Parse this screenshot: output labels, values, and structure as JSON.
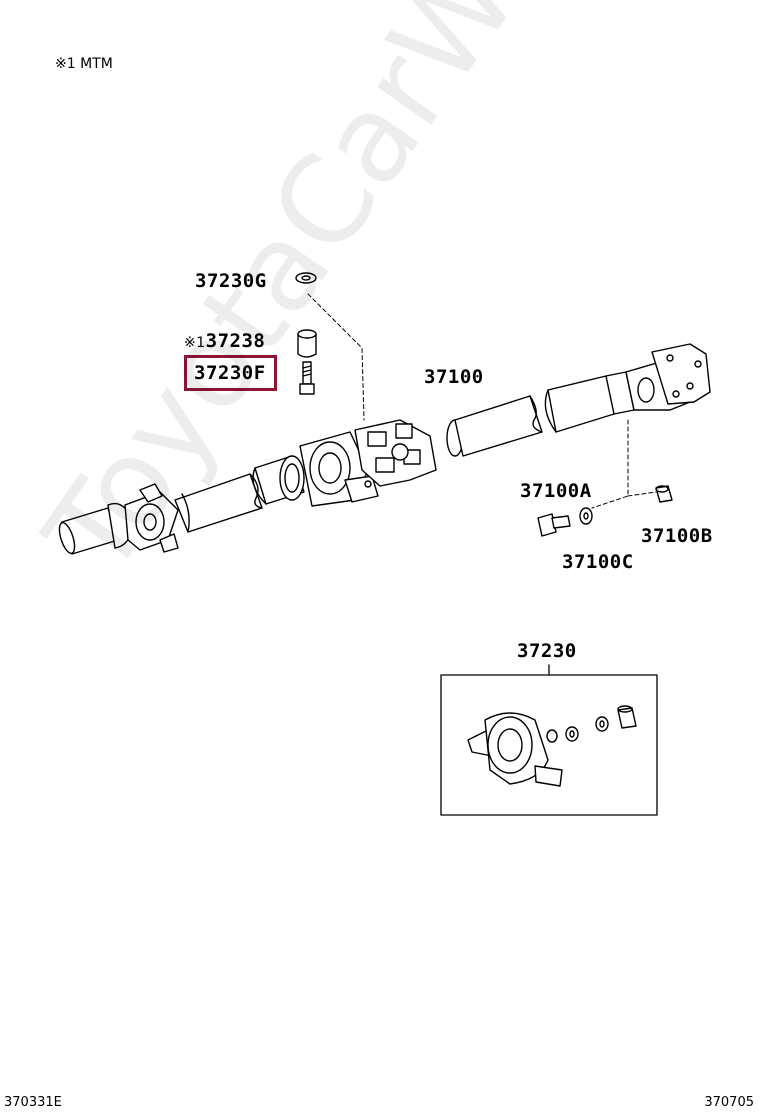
{
  "header": {
    "note": "※1 MTM"
  },
  "parts": {
    "p37230G": "37230G",
    "p37238_prefix": "※1",
    "p37238": "37238",
    "p37230F": "37230F",
    "p37100": "37100",
    "p37100A": "37100A",
    "p37100B": "37100B",
    "p37100C": "37100C",
    "p37230": "37230"
  },
  "highlighted_part": "37230F",
  "highlight_color": "#8e1436",
  "footer": {
    "left_code": "370331E",
    "right_code": "370705"
  },
  "watermark": "ToyotaCarWine.ru"
}
